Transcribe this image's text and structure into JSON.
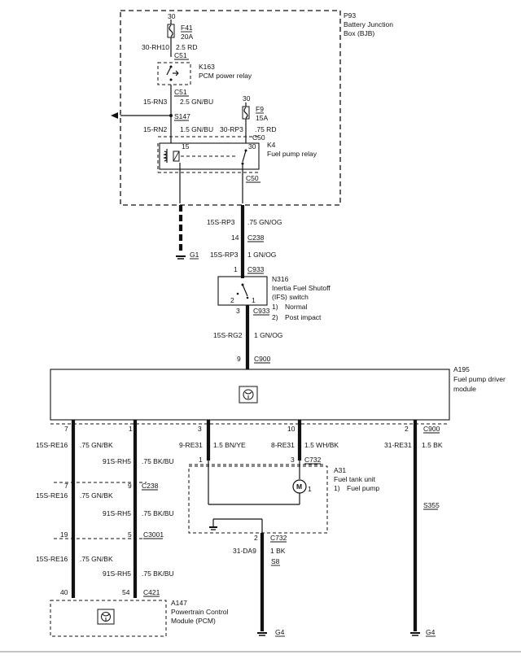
{
  "bjb": {
    "ref": "P93",
    "name_l1": "Battery Junction",
    "name_l2": "Box (BJB)"
  },
  "fuse_f41": {
    "pin": "30",
    "ref": "F41",
    "rating": "20A"
  },
  "wire_top": {
    "circuit": "30-RH10",
    "size": "2.5 RD"
  },
  "c51_top": "C51",
  "k163": {
    "ref": "K163",
    "name": "PCM power relay"
  },
  "c51_bottom": "C51",
  "wire_rn3": {
    "circuit": "15-RN3",
    "size": "2.5 GN/BU"
  },
  "s147": "S147",
  "wire_rn2": {
    "circuit": "15-RN2",
    "size": "1.5 GN/BU"
  },
  "fuse_f9": {
    "pin": "30",
    "ref": "F9",
    "rating": "15A"
  },
  "wire_rp3_top": {
    "circuit": "30-RP3",
    "size": ".75 RD"
  },
  "c50_top": "C50",
  "k4": {
    "ref": "K4",
    "name": "Fuel pump relay",
    "pin15": "15",
    "pin30": "30"
  },
  "c50_bottom": "C50",
  "g1": "G1",
  "wire_rp3_mid": {
    "circuit": "15S-RP3",
    "size": ".75 GN/OG"
  },
  "c238_top": {
    "pin": "14",
    "ref": "C238"
  },
  "wire_rp3_low": {
    "circuit": "15S-RP3",
    "size": "1 GN/OG"
  },
  "c933_top": {
    "pin": "1",
    "ref": "C933"
  },
  "n316": {
    "ref": "N316",
    "name_l1": "Inertia Fuel Shutoff",
    "name_l2": "(IFS) switch",
    "pos1_num": "1)",
    "pos1": "Normal",
    "pos2_num": "2)",
    "pos2": "Post impact",
    "pin2": "2",
    "pin1": "1"
  },
  "c933_bottom": {
    "pin": "3",
    "ref": "C933"
  },
  "wire_rg2": {
    "circuit": "15S-RG2",
    "size": "1 GN/OG"
  },
  "c900_top": {
    "pin": "9",
    "ref": "C900"
  },
  "a195": {
    "ref": "A195",
    "name_l1": "Fuel pump driver",
    "name_l2": "module"
  },
  "pins_row": {
    "p7": "7",
    "p1": "1",
    "p3": "3",
    "p10": "10",
    "p2": "2",
    "c900": "C900"
  },
  "wire_re16_1": {
    "circuit": "15S-RE16",
    "size": ".75 GN/BK"
  },
  "wire_rh5_1": {
    "circuit": "91S-RH5",
    "size": ".75 BK/BU"
  },
  "wire_re31_9": {
    "circuit": "9-RE31",
    "size": "1.5 BN/YE"
  },
  "wire_re31_8": {
    "circuit": "8-RE31",
    "size": "1.5 WH/BK"
  },
  "wire_re31_31": {
    "circuit": "31-RE31",
    "size": "1.5 BK"
  },
  "c732_top": {
    "pin1": "1",
    "pin3": "3",
    "ref": "C732"
  },
  "a31": {
    "ref": "A31",
    "name": "Fuel tank unit",
    "item_num": "1)",
    "item": "Fuel pump",
    "motor": "M",
    "motor_num": "1"
  },
  "c238_mid": {
    "pin7": "7",
    "pin9": "9",
    "ref": "C238"
  },
  "wire_re16_2": {
    "circuit": "15S-RE16",
    "size": ".75 GN/BK"
  },
  "wire_rh5_2": {
    "circuit": "91S-RH5",
    "size": ".75 BK/BU"
  },
  "s355": "S355",
  "c3001": {
    "pin19": "19",
    "pin5": "5",
    "ref": "C3001"
  },
  "c732_bottom": {
    "pin": "2",
    "ref": "C732"
  },
  "wire_da9": {
    "circuit": "31-DA9",
    "size": "1 BK"
  },
  "s8": "S8",
  "wire_re16_3": {
    "circuit": "15S-RE16",
    "size": ".75 GN/BK"
  },
  "wire_rh5_3": {
    "circuit": "91S-RH5",
    "size": ".75 BK/BU"
  },
  "c421": {
    "pin40": "40",
    "pin54": "54",
    "ref": "C421"
  },
  "a147": {
    "ref": "A147",
    "name_l1": "Powertrain Control",
    "name_l2": "Module (PCM)"
  },
  "g4_left": "G4",
  "g4_right": "G4"
}
